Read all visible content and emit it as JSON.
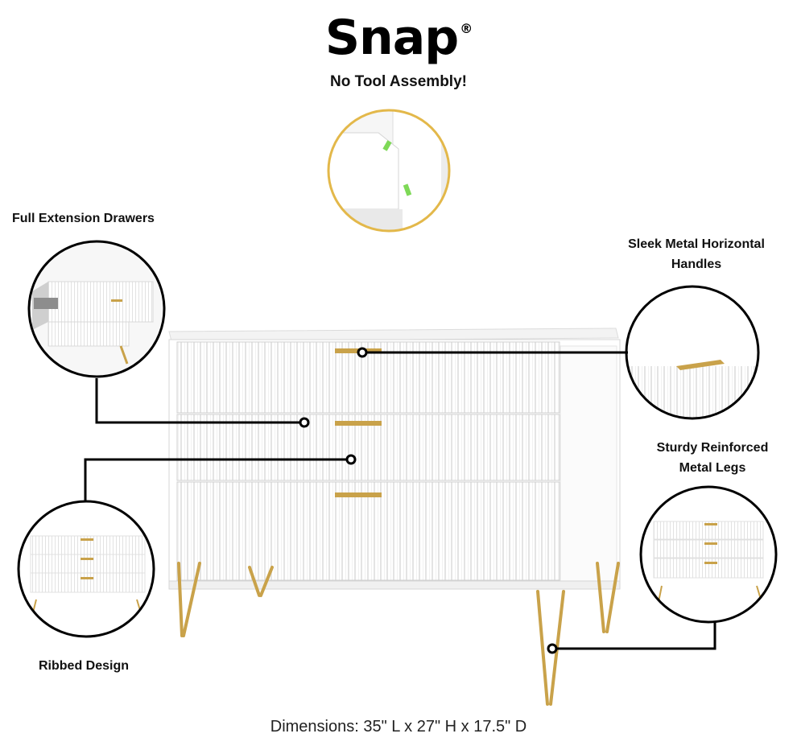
{
  "brand": {
    "name": "Snap",
    "trademark": "®"
  },
  "tagline": "No Tool Assembly!",
  "features": {
    "drawers": "Full Extension Drawers",
    "handles_line1": "Sleek Metal Horizontal",
    "handles_line2": "Handles",
    "legs_line1": "Sturdy Reinforced",
    "legs_line2": "Metal Legs",
    "ribbed": "Ribbed Design"
  },
  "dimensions": "Dimensions: 35\" L x 27\" H x 17.5\" D",
  "colors": {
    "dresser": "#ffffff",
    "gold": "#c9a24a",
    "callout_line": "#000000",
    "assembly_ring": "#e3b84a",
    "highlight": "#7ed957"
  },
  "icons": [
    "snap-assembly-detail",
    "drawer-detail",
    "handle-detail",
    "legs-detail",
    "ribbed-detail"
  ]
}
